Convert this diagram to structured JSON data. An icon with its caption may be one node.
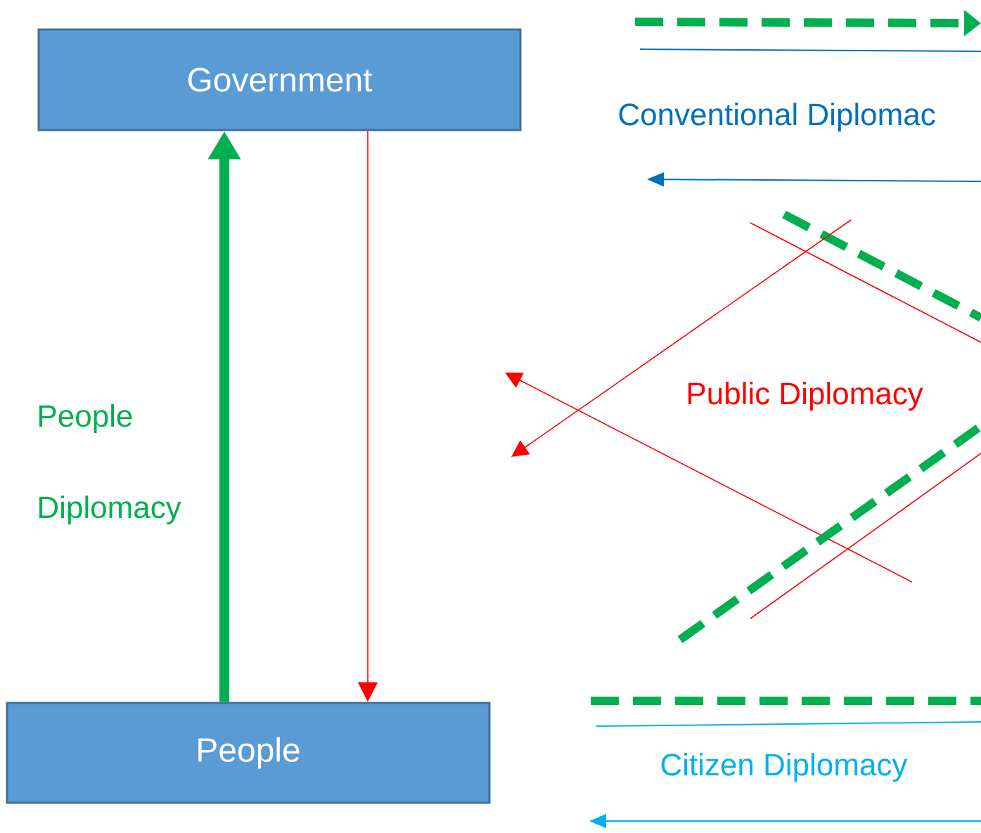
{
  "diagram": {
    "nodes": [
      {
        "text": [
          "Government"
        ]
      },
      {
        "text": [
          "People"
        ]
      }
    ],
    "edges": [
      {
        "from": 1,
        "to": 0,
        "arrow": "to",
        "style": "thick",
        "color": "#00b050"
      },
      {
        "from": 0,
        "to": 1,
        "arrow": "to",
        "color": "#ff0000"
      }
    ],
    "labels": [
      "Conventional Diplomac",
      "People Diplomacy",
      "Public Diplomacy",
      "Citizen Diplomacy"
    ]
  }
}
